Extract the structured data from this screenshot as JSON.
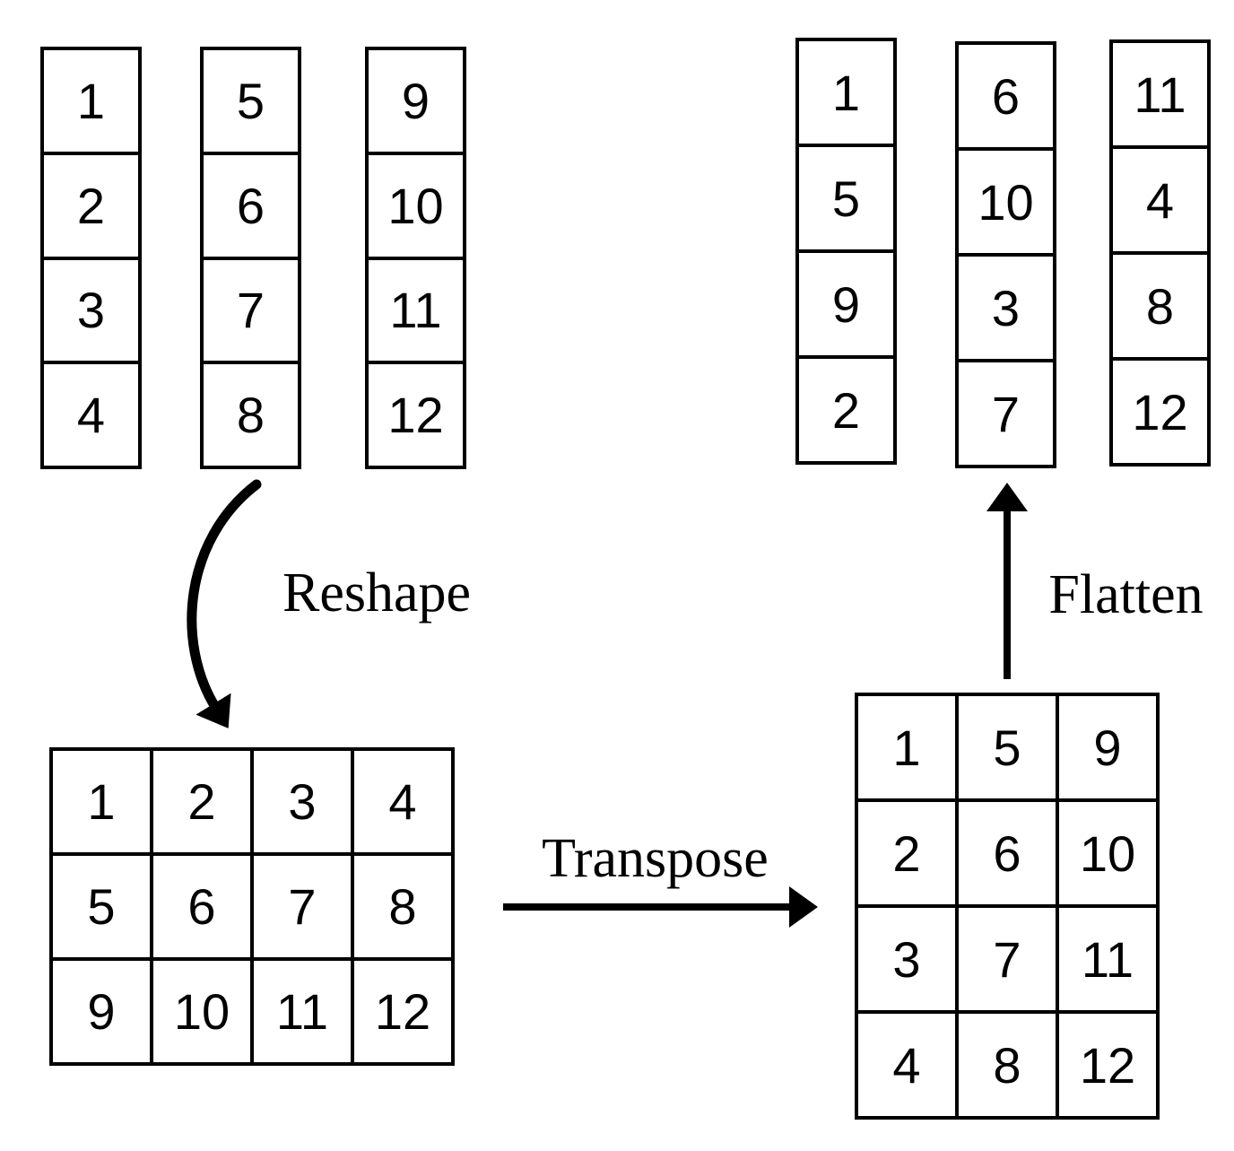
{
  "colors": {
    "background": "#ffffff",
    "ink": "#000000"
  },
  "labels": {
    "reshape": "Reshape",
    "transpose": "Transpose",
    "flatten": "Flatten"
  },
  "top_left_columns": [
    [
      "1",
      "2",
      "3",
      "4"
    ],
    [
      "5",
      "6",
      "7",
      "8"
    ],
    [
      "9",
      "10",
      "11",
      "12"
    ]
  ],
  "top_right_columns": [
    [
      "1",
      "5",
      "9",
      "2"
    ],
    [
      "6",
      "10",
      "3",
      "7"
    ],
    [
      "11",
      "4",
      "8",
      "12"
    ]
  ],
  "reshaped_matrix": [
    [
      "1",
      "2",
      "3",
      "4"
    ],
    [
      "5",
      "6",
      "7",
      "8"
    ],
    [
      "9",
      "10",
      "11",
      "12"
    ]
  ],
  "transposed_matrix": [
    [
      "1",
      "5",
      "9"
    ],
    [
      "2",
      "6",
      "10"
    ],
    [
      "3",
      "7",
      "11"
    ],
    [
      "4",
      "8",
      "12"
    ]
  ],
  "icons": {
    "reshape_arrow": "curved-arrow-down",
    "transpose_arrow": "arrow-right",
    "flatten_arrow": "arrow-up"
  }
}
